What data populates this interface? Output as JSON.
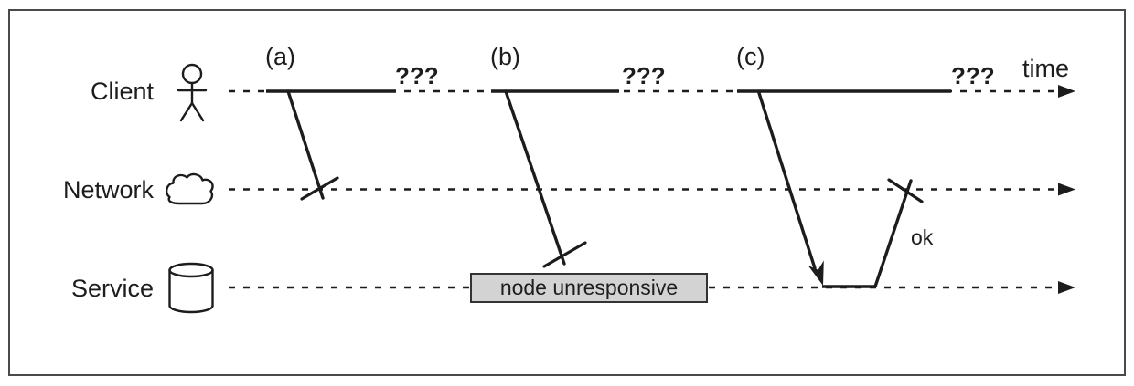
{
  "figure": {
    "time_label": "time",
    "rows": [
      {
        "label": "Client",
        "icon": "person-icon"
      },
      {
        "label": "Network",
        "icon": "cloud-icon"
      },
      {
        "label": "Service",
        "icon": "database-icon"
      }
    ],
    "scenarios": [
      {
        "label": "(a)",
        "outcome": "???"
      },
      {
        "label": "(b)",
        "outcome": "???",
        "note": "node unresponsive"
      },
      {
        "label": "(c)",
        "outcome": "???",
        "reply_label": "ok"
      }
    ],
    "colors": {
      "line": "#1c1c1c",
      "text": "#1d1d1d",
      "box_fill": "#d3d3d3",
      "box_border": "#333333",
      "frame_border": "#4a4a4a",
      "background": "#ffffff"
    }
  }
}
